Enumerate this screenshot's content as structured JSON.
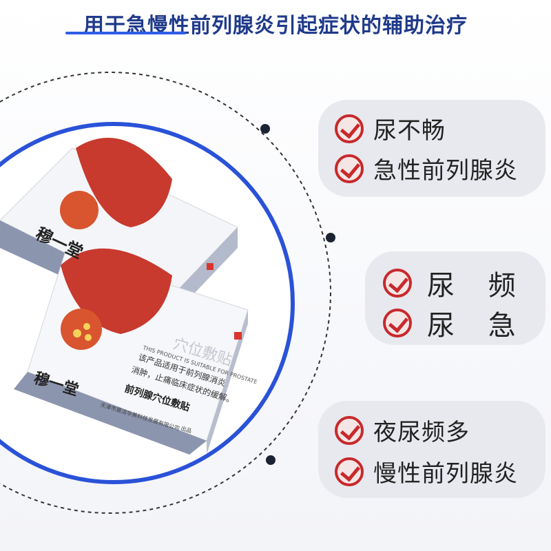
{
  "headline": "用于急慢性前列腺炎引起症状的辅助治疗",
  "colors": {
    "accent_blue": "#2e5ee6",
    "headline_blue": "#1f3a8a",
    "check_red": "#c8292b",
    "pill_bg": "#e8e9ef"
  },
  "symptom_groups": [
    {
      "items": [
        "尿不畅",
        "急性前列腺炎"
      ]
    },
    {
      "items": [
        "尿 频",
        "尿 急"
      ]
    },
    {
      "items": [
        "夜尿频多",
        "慢性前列腺炎"
      ]
    }
  ],
  "product": {
    "brand": "穆一堂",
    "title": "穴位敷贴",
    "english": "THIS PRODUCT IS SUITABLE FOR PROSTATE",
    "desc_line1": "该产品适用于前列腺消炎",
    "desc_line2": "消肿，止痛临床症状的缓解。",
    "name_label": "前列腺穴位敷贴",
    "manufacturer": "天津市晨洁华美科技发展有限公司",
    "origin": "出品"
  }
}
